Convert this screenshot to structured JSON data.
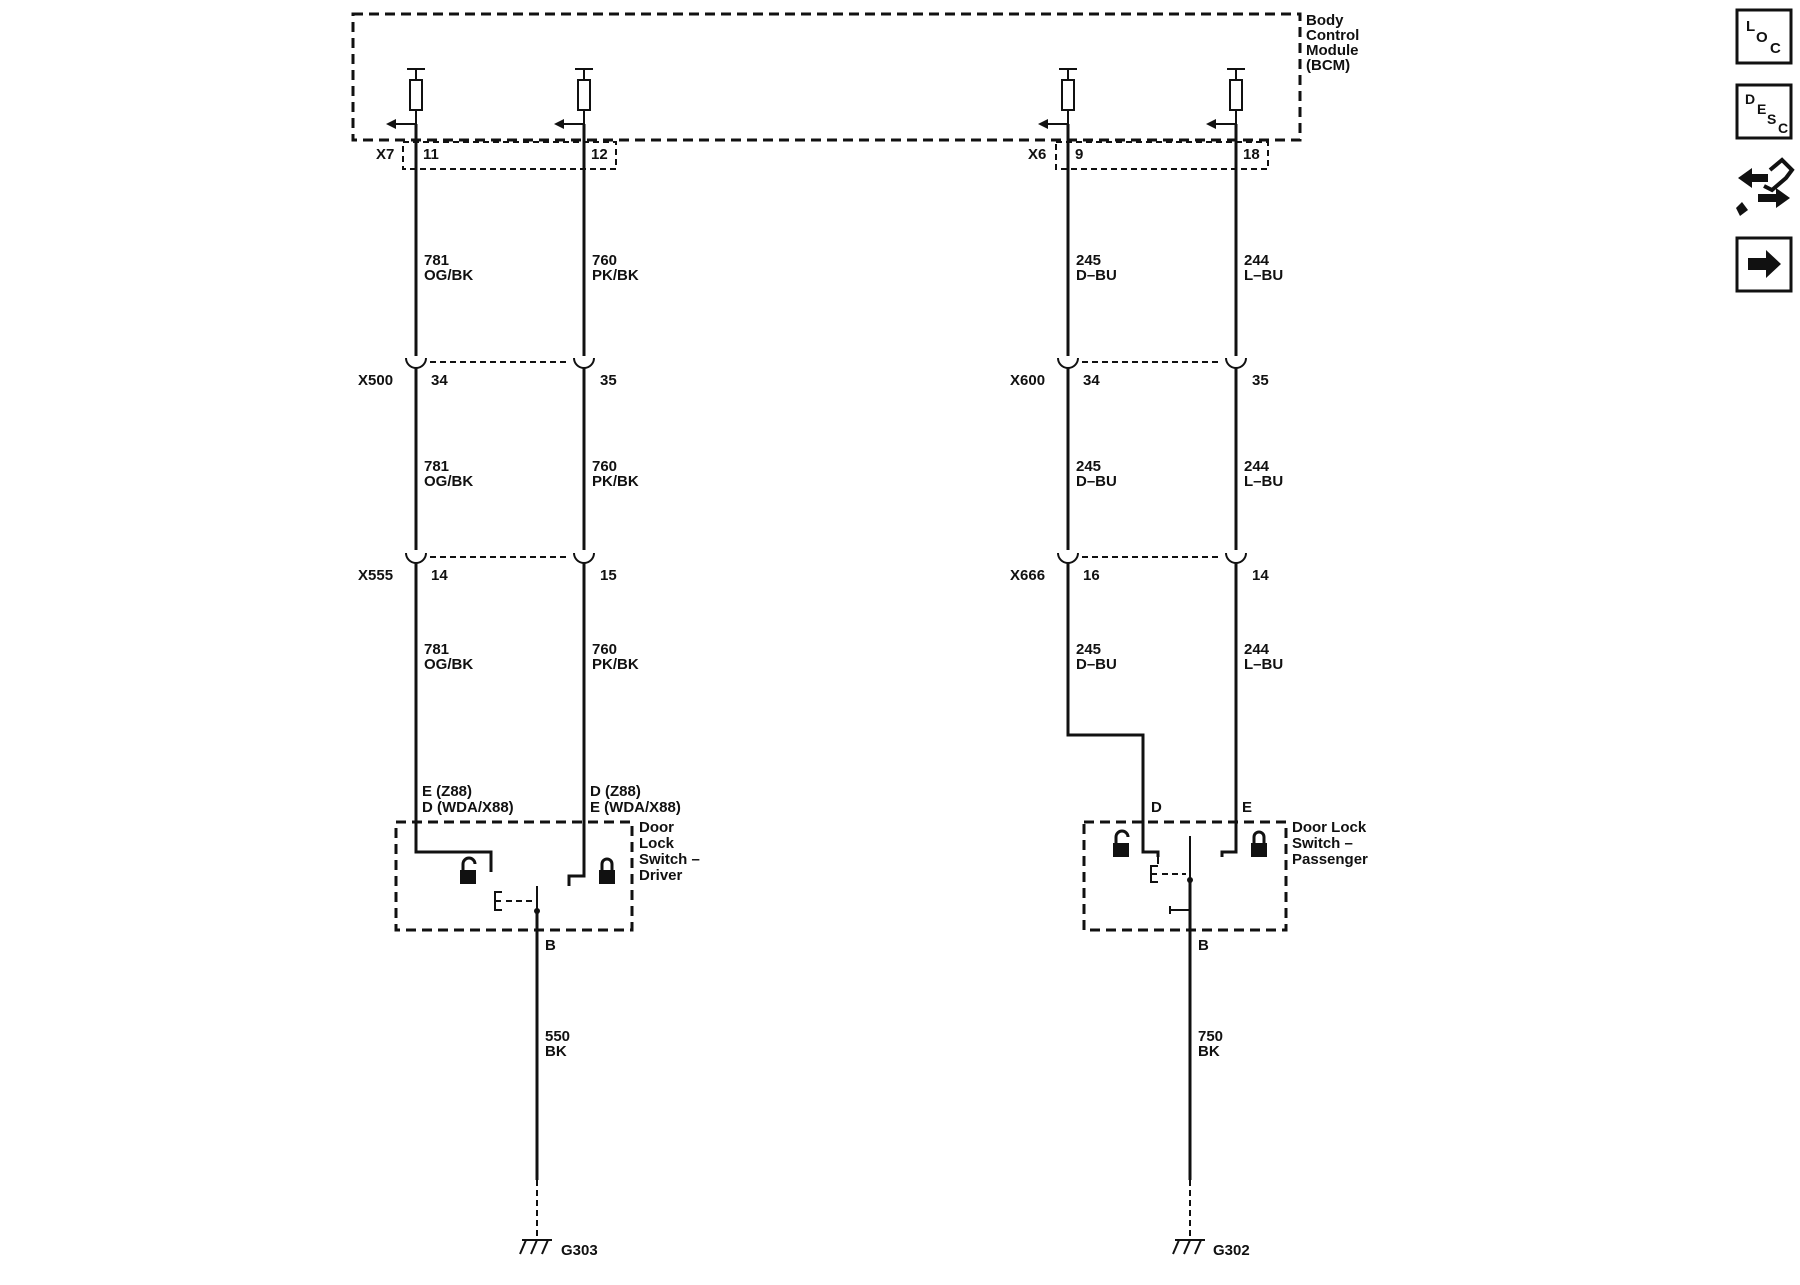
{
  "bcm": {
    "line1": "Body",
    "line2": "Control",
    "line3": "Module",
    "line4": "(BCM)"
  },
  "connectors": {
    "x7": "X7",
    "x7_pin_a": "11",
    "x7_pin_b": "12",
    "x6": "X6",
    "x6_pin_a": "9",
    "x6_pin_b": "18",
    "x500": "X500",
    "x500_pin_a": "34",
    "x500_pin_b": "35",
    "x600": "X600",
    "x600_pin_a": "34",
    "x600_pin_b": "35",
    "x555": "X555",
    "x555_pin_a": "14",
    "x555_pin_b": "15",
    "x666": "X666",
    "x666_pin_a": "16",
    "x666_pin_b": "14"
  },
  "wires": {
    "w781": {
      "num": "781",
      "color": "OG/BK"
    },
    "w760": {
      "num": "760",
      "color": "PK/BK"
    },
    "w245": {
      "num": "245",
      "color": "D–BU"
    },
    "w244": {
      "num": "244",
      "color": "L–BU"
    },
    "w550": {
      "num": "550",
      "color": "BK"
    },
    "w750": {
      "num": "750",
      "color": "BK"
    }
  },
  "driver_switch": {
    "pin_left_l1": "E (Z88)",
    "pin_left_l2": "D (WDA/X88)",
    "pin_right_l1": "D (Z88)",
    "pin_right_l2": "E (WDA/X88)",
    "name1": "Door",
    "name2": "Lock",
    "name3": "Switch –",
    "name4": "Driver",
    "ground_pin": "B"
  },
  "passenger_switch": {
    "pin_left": "D",
    "pin_right": "E",
    "name1": "Door Lock",
    "name2": "Switch –",
    "name3": "Passenger",
    "ground_pin": "B"
  },
  "grounds": {
    "left": "G303",
    "right": "G302"
  },
  "nav": {
    "loc_l": "L",
    "loc_o": "O",
    "loc_c": "C",
    "desc_d": "D",
    "desc_e": "E",
    "desc_s": "S",
    "desc_c": "C",
    "icons": [
      "loc-icon",
      "desc-icon",
      "connector-swap-icon",
      "next-arrow-icon"
    ]
  }
}
